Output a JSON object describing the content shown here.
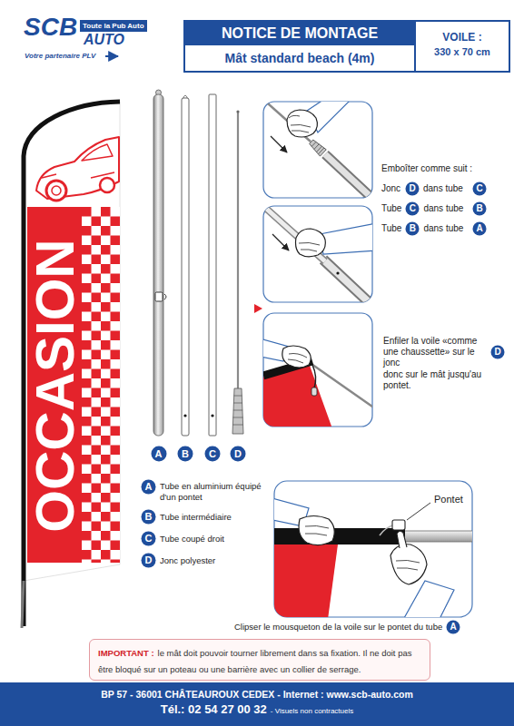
{
  "diagram": {
    "nodes": [
      {
        "text": [
          "Toute la Pub Auto"
        ]
      },
      {
        "text": [
          "NOTICE DE MONTAGE",
          "Mât standard beach (4m)"
        ]
      },
      {
        "text": [
          "VOILE :",
          "330 x 70 cm"
        ]
      },
      {
        "text": [
          "D"
        ]
      },
      {
        "text": [
          "C"
        ]
      },
      {
        "text": [
          "C"
        ]
      },
      {
        "text": [
          "B"
        ]
      },
      {
        "text": [
          "B"
        ]
      },
      {
        "text": [
          "A"
        ]
      },
      {
        "text": [
          "D"
        ]
      },
      {
        "text": [
          "A"
        ]
      },
      {
        "text": [
          "B"
        ]
      },
      {
        "text": [
          "C"
        ]
      },
      {
        "text": [
          "D"
        ]
      },
      {
        "text": [
          "A"
        ]
      },
      {
        "text": [
          "B"
        ]
      },
      {
        "text": [
          "C"
        ]
      },
      {
        "text": [
          "D"
        ]
      },
      {
        "text": [
          "A"
        ]
      },
      {
        "text": [
          "IMPORTANT :",
          "le mât doit pouvoir tourner librement dans sa fixation. Il ne doit pas être bloqué sur un poteau ou une barrière avec un collier de serrage."
        ]
      },
      {
        "text": [
          "BP 57 - 36001 CHÂTEAUROUX CEDEX - Internet : www.scb-auto.com",
          "Tél.: 02 54 27 00 32",
          "- Visuels non contractuels"
        ]
      }
    ],
    "labels": [
      "SCB",
      "AUTO",
      "Votre partenaire PLV",
      "Emboîter comme suit :",
      "Jonc",
      "dans tube",
      "Tube",
      "dans tube",
      "Tube",
      "dans tube",
      "Enfiler la voile «comme une chaussette» sur le jonc",
      "donc sur le mât jusqu'au pontet.",
      "OCCASION",
      "Tube en aluminium équipé d'un pontet",
      "Tube intermédiaire",
      "Tube coupé droit",
      "Jonc polyester",
      "Pontet",
      "Clipser le mousqueton de la voile sur le pontet du tube"
    ]
  }
}
